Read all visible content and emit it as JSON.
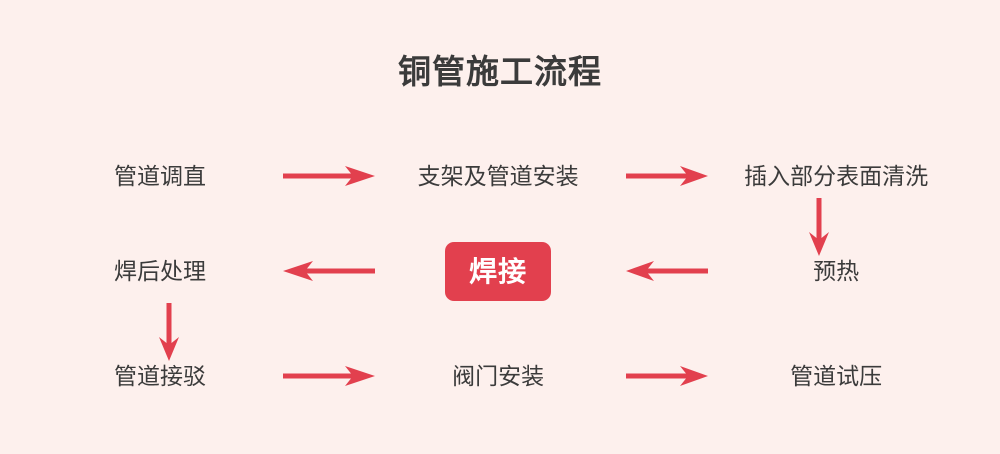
{
  "title": "铜管施工流程",
  "colors": {
    "background": "#fdf0ed",
    "text": "#3b3b3b",
    "accent": "#e2404e",
    "highlight_text": "#ffffff"
  },
  "chart_data": {
    "type": "diagram",
    "diagram_kind": "serpentine-flowchart",
    "title": "铜管施工流程",
    "rows": 3,
    "columns": 3,
    "flow_direction": "boustrophedon",
    "nodes": [
      {
        "id": "n1",
        "label": "管道调直",
        "row": 1,
        "col": 1,
        "highlight": false
      },
      {
        "id": "n2",
        "label": "支架及管道安装",
        "row": 1,
        "col": 2,
        "highlight": false
      },
      {
        "id": "n3",
        "label": "插入部分表面清洗",
        "row": 1,
        "col": 3,
        "highlight": false
      },
      {
        "id": "n4",
        "label": "预热",
        "row": 2,
        "col": 3,
        "highlight": false
      },
      {
        "id": "n5",
        "label": "焊接",
        "row": 2,
        "col": 2,
        "highlight": true
      },
      {
        "id": "n6",
        "label": "焊后处理",
        "row": 2,
        "col": 1,
        "highlight": false
      },
      {
        "id": "n7",
        "label": "管道接驳",
        "row": 3,
        "col": 1,
        "highlight": false
      },
      {
        "id": "n8",
        "label": "阀门安装",
        "row": 3,
        "col": 2,
        "highlight": false
      },
      {
        "id": "n9",
        "label": "管道试压",
        "row": 3,
        "col": 3,
        "highlight": false
      }
    ],
    "edges": [
      {
        "from": "n1",
        "to": "n2",
        "direction": "right"
      },
      {
        "from": "n2",
        "to": "n3",
        "direction": "right"
      },
      {
        "from": "n3",
        "to": "n4",
        "direction": "down"
      },
      {
        "from": "n4",
        "to": "n5",
        "direction": "left"
      },
      {
        "from": "n5",
        "to": "n6",
        "direction": "left"
      },
      {
        "from": "n6",
        "to": "n7",
        "direction": "down"
      },
      {
        "from": "n7",
        "to": "n8",
        "direction": "right"
      },
      {
        "from": "n8",
        "to": "n9",
        "direction": "right"
      }
    ]
  },
  "rows": {
    "row1": {
      "node1": "管道调直",
      "node2": "支架及管道安装",
      "node3": "插入部分表面清洗"
    },
    "row2": {
      "node1": "焊后处理",
      "node2": "焊接",
      "node3": "预热"
    },
    "row3": {
      "node1": "管道接驳",
      "node2": "阀门安装",
      "node3": "管道试压"
    }
  },
  "icons": {
    "arrow_right": "arrow-right-icon",
    "arrow_left": "arrow-left-icon",
    "arrow_down": "arrow-down-icon"
  }
}
